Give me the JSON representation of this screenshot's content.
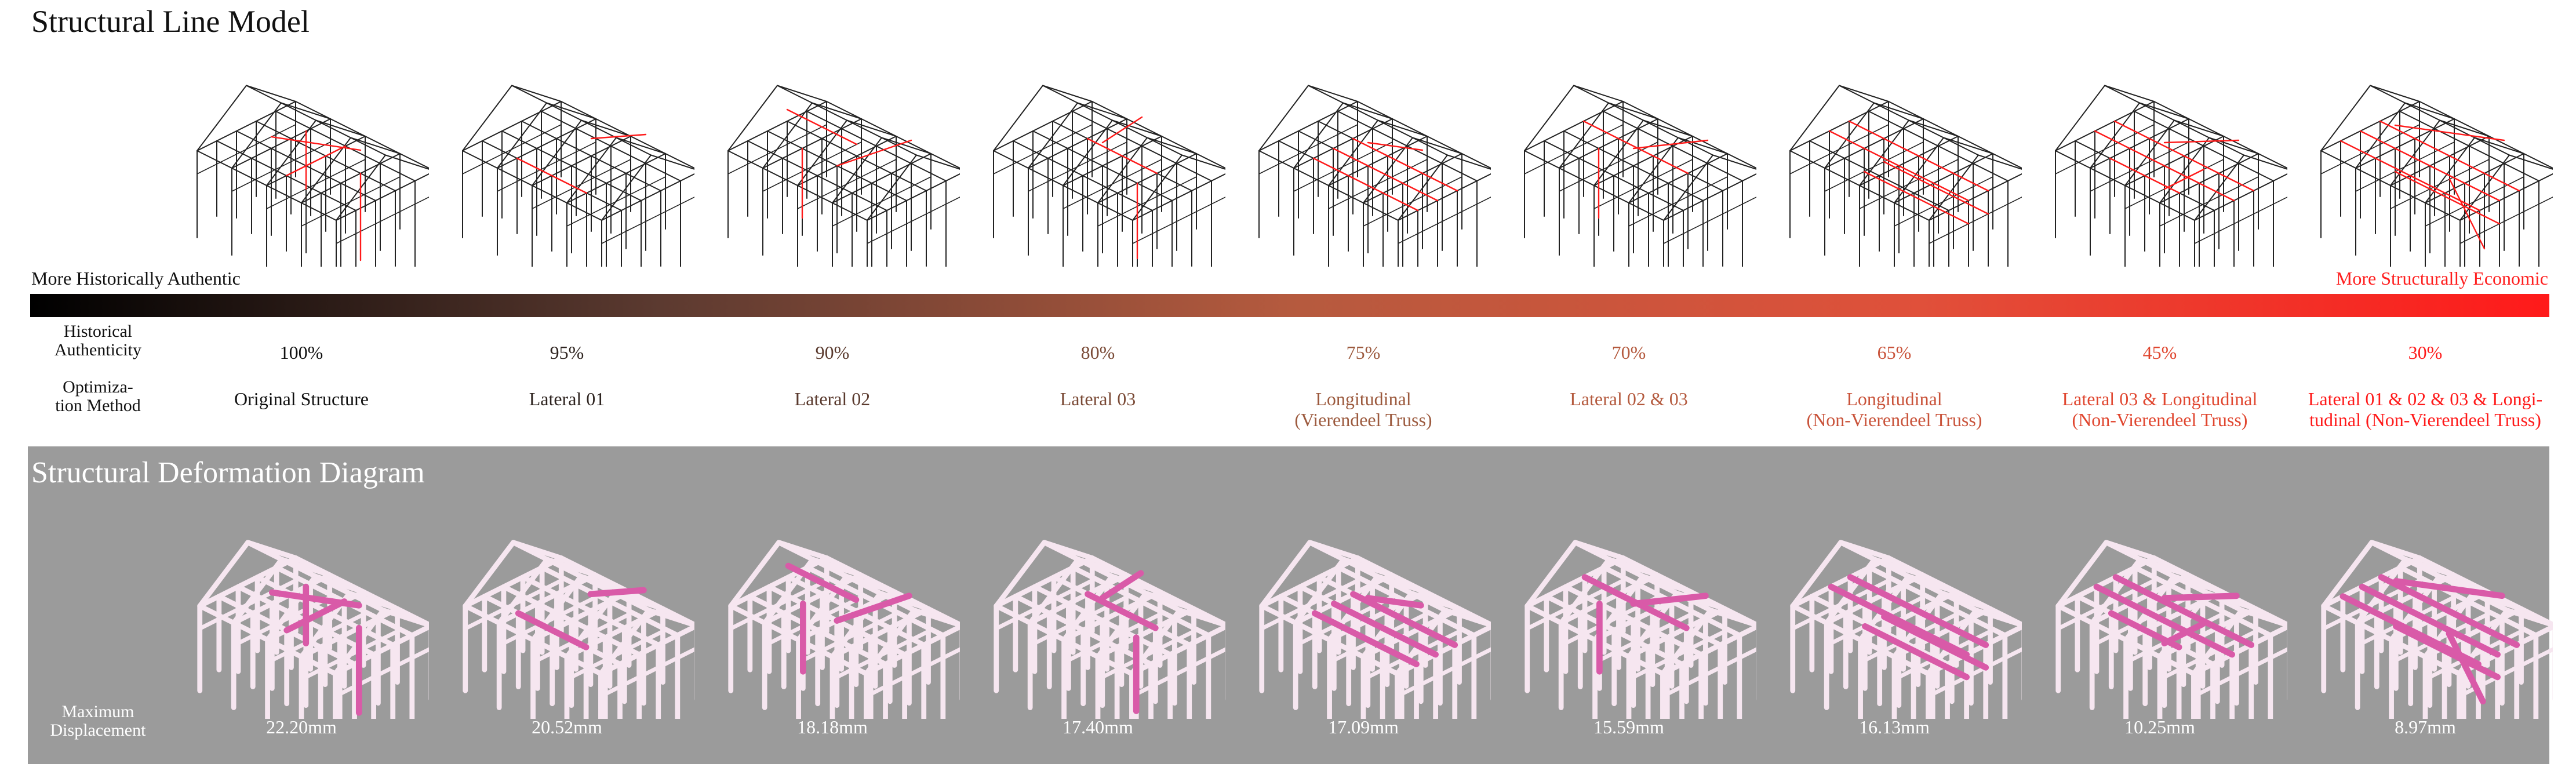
{
  "top_title": "Structural Line Model",
  "gradient": {
    "left_label": "More Historically Authentic",
    "right_label": "More Structurally Economic",
    "start_color": "#000000",
    "end_color": "#ff1a1a"
  },
  "row_headers": {
    "authenticity": "Historical\nAuthenticity",
    "method": "Optimiza-\ntion Method",
    "displacement": "Maximum\nDisplacement"
  },
  "bottom_title": "Structural Deformation Diagram",
  "variants": [
    {
      "authenticity": "100%",
      "method": "Original Structure",
      "displacement": "22.20mm",
      "color": "#111111"
    },
    {
      "authenticity": "95%",
      "method": "Lateral 01",
      "displacement": "20.52mm",
      "color": "#2e2420"
    },
    {
      "authenticity": "90%",
      "method": "Lateral 02",
      "displacement": "18.18mm",
      "color": "#5a3a2e"
    },
    {
      "authenticity": "80%",
      "method": "Lateral 03",
      "displacement": "17.40mm",
      "color": "#7a4a36"
    },
    {
      "authenticity": "75%",
      "method": "Longitudinal\n(Vierendeel Truss)",
      "displacement": "17.09mm",
      "color": "#9c5a3e"
    },
    {
      "authenticity": "70%",
      "method": "Lateral 02 & 03",
      "displacement": "15.59mm",
      "color": "#b45a3e"
    },
    {
      "authenticity": "65%",
      "method": "Longitudinal\n(Non-Vierendeel Truss)",
      "displacement": "16.13mm",
      "color": "#c9533a"
    },
    {
      "authenticity": "45%",
      "method": "Lateral 03 & Longitudinal\n(Non-Vierendeel Truss)",
      "displacement": "10.25mm",
      "color": "#e0462f"
    },
    {
      "authenticity": "30%",
      "method": "Lateral 01 & 02 & 03 & Longi-\ntudinal (Non-Vierendeel Truss)",
      "displacement": "8.97mm",
      "color": "#ff1a1a"
    }
  ]
}
